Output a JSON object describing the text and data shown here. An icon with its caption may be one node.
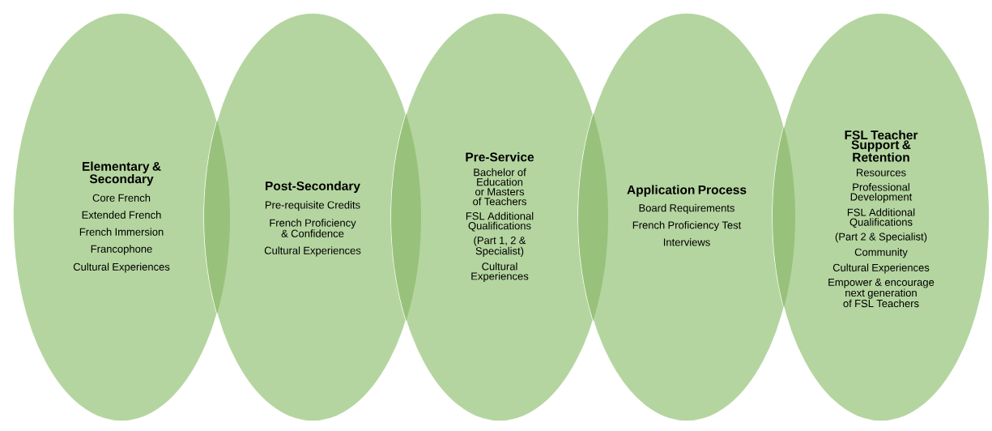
{
  "diagram": {
    "nodes": [
      {
        "text": [
          "Elementary & Secondary",
          "Core French",
          "Extended French",
          "French Immersion",
          "Francophone",
          "Cultural Experiences"
        ]
      },
      {
        "text": [
          "Post-Secondary",
          "Pre-requisite Credits",
          "French Proficiency & Confidence",
          "Cultural Experiences"
        ]
      },
      {
        "text": [
          "Pre-Service",
          "Bachelor of Education or Masters of Teachers",
          "FSL Additional Qualifications",
          "(Part 1, 2 & Specialist)",
          "Cultural Experiences"
        ]
      },
      {
        "text": [
          "Application Process",
          "Board Requirements",
          "French Proficiency Test",
          "Interviews"
        ]
      },
      {
        "text": [
          "FSL Teacher Support & Retention",
          "Resources",
          "Professional Development",
          "FSL Additional Qualifications",
          "(Part 2 & Specialist)",
          "Community",
          "Cultural Experiences",
          "Empower & encourage next generation of FSL Teachers"
        ]
      }
    ]
  }
}
